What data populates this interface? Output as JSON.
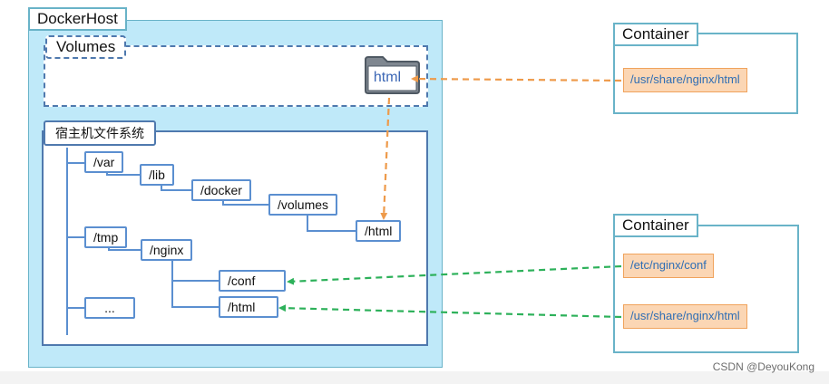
{
  "docker_host": {
    "title": "DockerHost"
  },
  "volumes": {
    "title": "Volumes",
    "folder_label": "html"
  },
  "host_fs": {
    "title": "宿主机文件系统",
    "nodes": {
      "var": "/var",
      "lib": "/lib",
      "docker": "/docker",
      "volumes": "/volumes",
      "html": "/html",
      "tmp": "/tmp",
      "nginx": "/nginx",
      "conf": "/conf",
      "nginx_html": "/html",
      "ellipsis": "..."
    }
  },
  "containers": [
    {
      "title": "Container",
      "paths": [
        "/usr/share/nginx/html"
      ]
    },
    {
      "title": "Container",
      "paths": [
        "/etc/nginx/conf",
        "/usr/share/nginx/html"
      ]
    }
  ],
  "colors": {
    "orange_arrow": "#ee9a4a",
    "green_arrow": "#2db15a",
    "tree_line": "#5b8fd0",
    "host_fill": "#bfe9f9"
  },
  "watermark": "CSDN @DeyouKong"
}
